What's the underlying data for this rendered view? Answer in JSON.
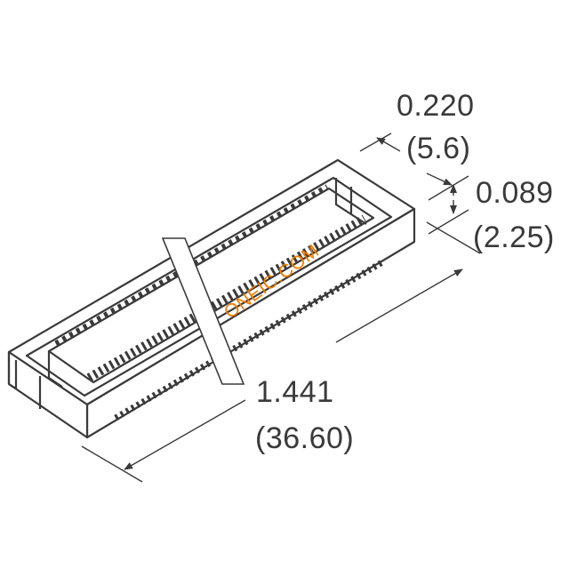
{
  "drawing": {
    "subject": "connector-isometric-outline",
    "line_color": "#3a3a3a",
    "background": "#ffffff"
  },
  "dimensions": {
    "depth": {
      "inch": "0.220",
      "mm": "(5.6)"
    },
    "height": {
      "inch": "0.089",
      "mm": "(2.25)"
    },
    "length": {
      "inch": "1.441",
      "mm": "(36.60)"
    }
  },
  "watermark": {
    "text": "ONEIC.COM",
    "color": "#f07d00"
  }
}
